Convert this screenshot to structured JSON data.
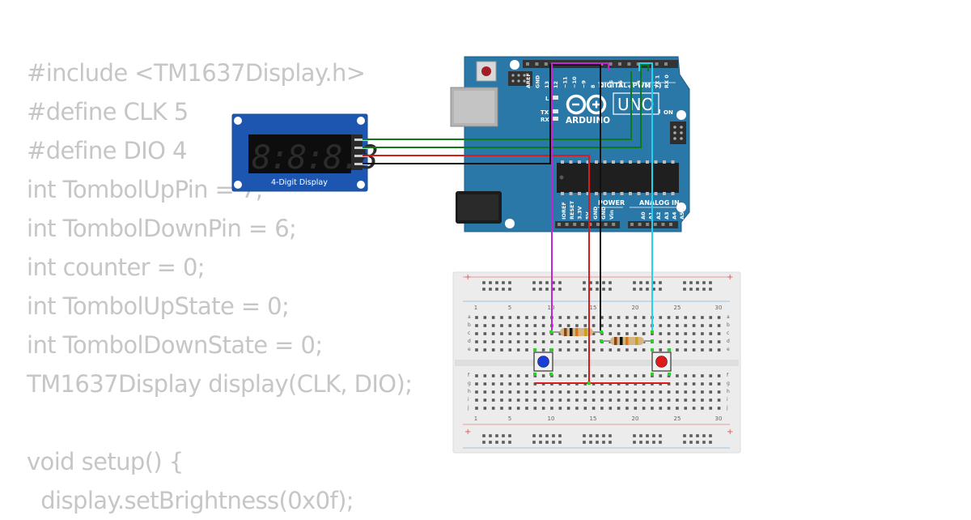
{
  "code_lines": [
    "#include <TM1637Display.h>",
    "#define CLK 5",
    "#define DIO 4",
    "int TombolUpPin = 7;",
    "int TombolDownPin = 6;",
    "int counter = 0;",
    "int TombolUpState = 0;",
    "int TombolDownState = 0;",
    "TM1637Display display(CLK, DIO);",
    "",
    "void setup() {",
    "  display.setBrightness(0x0f);"
  ],
  "display_module": {
    "label": "4-Digit Display",
    "digits": "8:8:8.8"
  },
  "arduino": {
    "logo_text": "ARDUINO",
    "model": "UNO",
    "digital_header": "DIGITAL (PWM ~)",
    "power_header": "POWER",
    "analog_header": "ANALOG IN",
    "led_l": "L",
    "led_tx": "TX",
    "led_rx": "RX",
    "led_on": "ON",
    "top_pins": [
      "AREF",
      "GND",
      "13",
      "12",
      "~11",
      "~10",
      "~9",
      "8",
      "7",
      "~6",
      "~5",
      "4",
      "~3",
      "2",
      "TX 1",
      "RX 0"
    ],
    "power_pins": [
      "IOREF",
      "RESET",
      "3.3V",
      "5V",
      "GND",
      "GND",
      "Vin"
    ],
    "analog_pins": [
      "A0",
      "A1",
      "A2",
      "A3",
      "A4",
      "A5"
    ]
  },
  "breadboard": {
    "column_numbers": [
      "1",
      "5",
      "10",
      "15",
      "20",
      "25",
      "30"
    ],
    "rows_top": [
      "a",
      "b",
      "c",
      "d",
      "e"
    ],
    "rows_bottom": [
      "f",
      "g",
      "h",
      "i",
      "j"
    ],
    "rail_plus": "+"
  },
  "buttons": [
    {
      "color": "#1a3fd8"
    },
    {
      "color": "#e0191b"
    }
  ],
  "wire_colors": {
    "green": "#0a7a1a",
    "red": "#d81c1c",
    "black": "#111111",
    "magenta": "#c026d3",
    "cyan": "#22d3ee"
  }
}
